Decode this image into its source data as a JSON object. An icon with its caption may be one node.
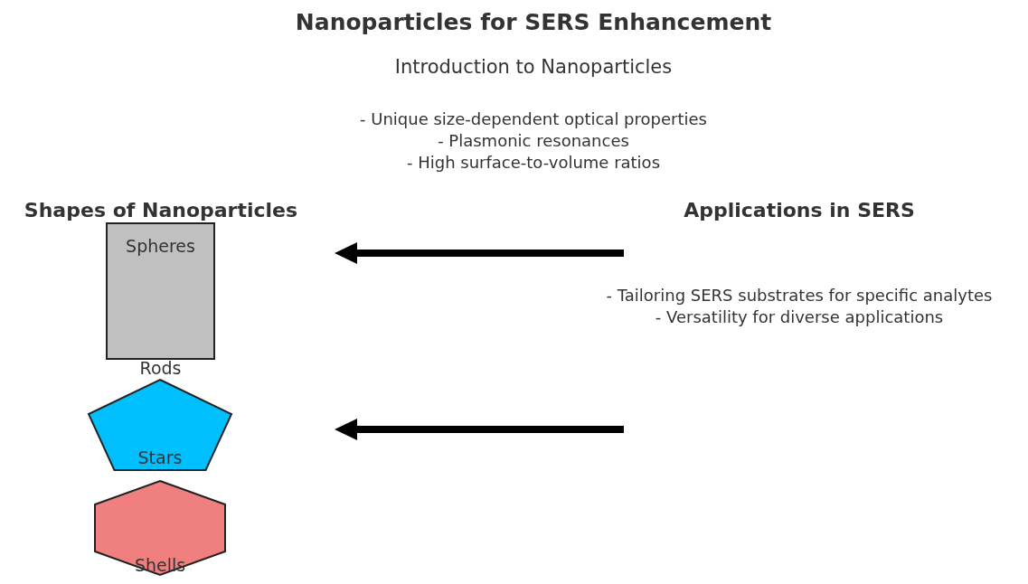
{
  "diagram": {
    "title": "Nanoparticles for SERS Enhancement",
    "nodes": [
      {
        "text": [
          "Spheres"
        ],
        "beside": [
          "Rods"
        ]
      },
      {
        "text": [
          "Stars"
        ]
      },
      {
        "text": [
          "Shells"
        ]
      }
    ],
    "labels": [
      "Introduction to Nanoparticles",
      "- Unique size-dependent optical properties",
      "- Plasmonic resonances",
      "- High surface-to-volume ratios",
      "Shapes of Nanoparticles",
      "Applications in SERS",
      "- Tailoring SERS substrates for specific analytes",
      "- Versatility for diverse applications"
    ]
  }
}
